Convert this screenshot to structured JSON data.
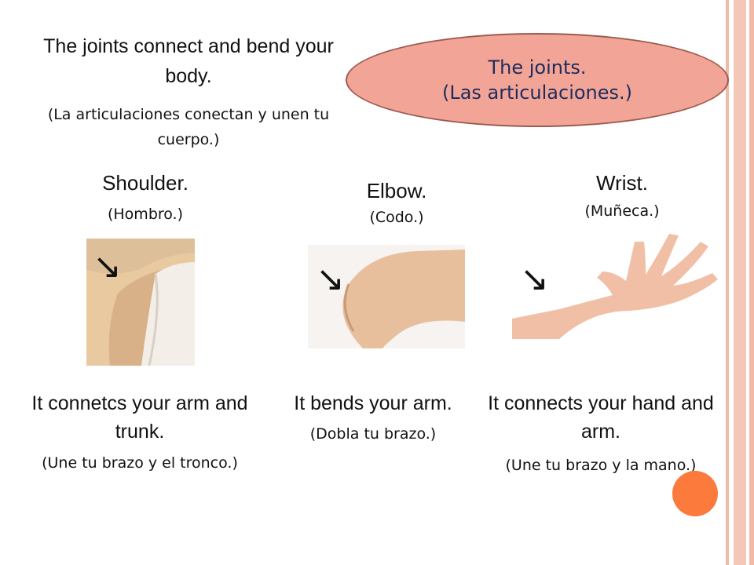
{
  "intro": {
    "title": "The joints connect and bend your body.",
    "subtitle": "(La articulaciones conectan y unen tu cuerpo.)"
  },
  "oval": {
    "line1": "The joints.",
    "line2": "(Las articulaciones.)"
  },
  "joints": [
    {
      "name": "Shoulder.",
      "spanish": "(Hombro.)",
      "desc": "It connetcs your arm and trunk.",
      "desc_spanish": "(Une tu brazo y el tronco.)"
    },
    {
      "name": "Elbow.",
      "spanish": "(Codo.)",
      "desc": "It bends your arm.",
      "desc_spanish": "(Dobla tu brazo.)"
    },
    {
      "name": "Wrist.",
      "spanish": "(Muñeca.)",
      "desc": "It connects your hand and arm.",
      "desc_spanish": "(Une tu brazo y la mano.)"
    }
  ],
  "arrow_glyph": "↘",
  "colors": {
    "oval_fill": "#f2a596",
    "oval_text": "#1d2c5e",
    "accent_dot": "#fb7a3c",
    "stripe": "#f2b9a7"
  },
  "icons": [
    "arrow-icon"
  ]
}
